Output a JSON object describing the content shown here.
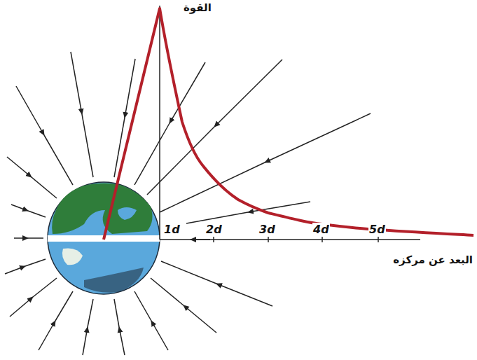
{
  "diagram": {
    "labels": [
      "القوة",
      "1d",
      "2d",
      "3d",
      "4d",
      "5d",
      "البعد عن مركزه"
    ]
  }
}
